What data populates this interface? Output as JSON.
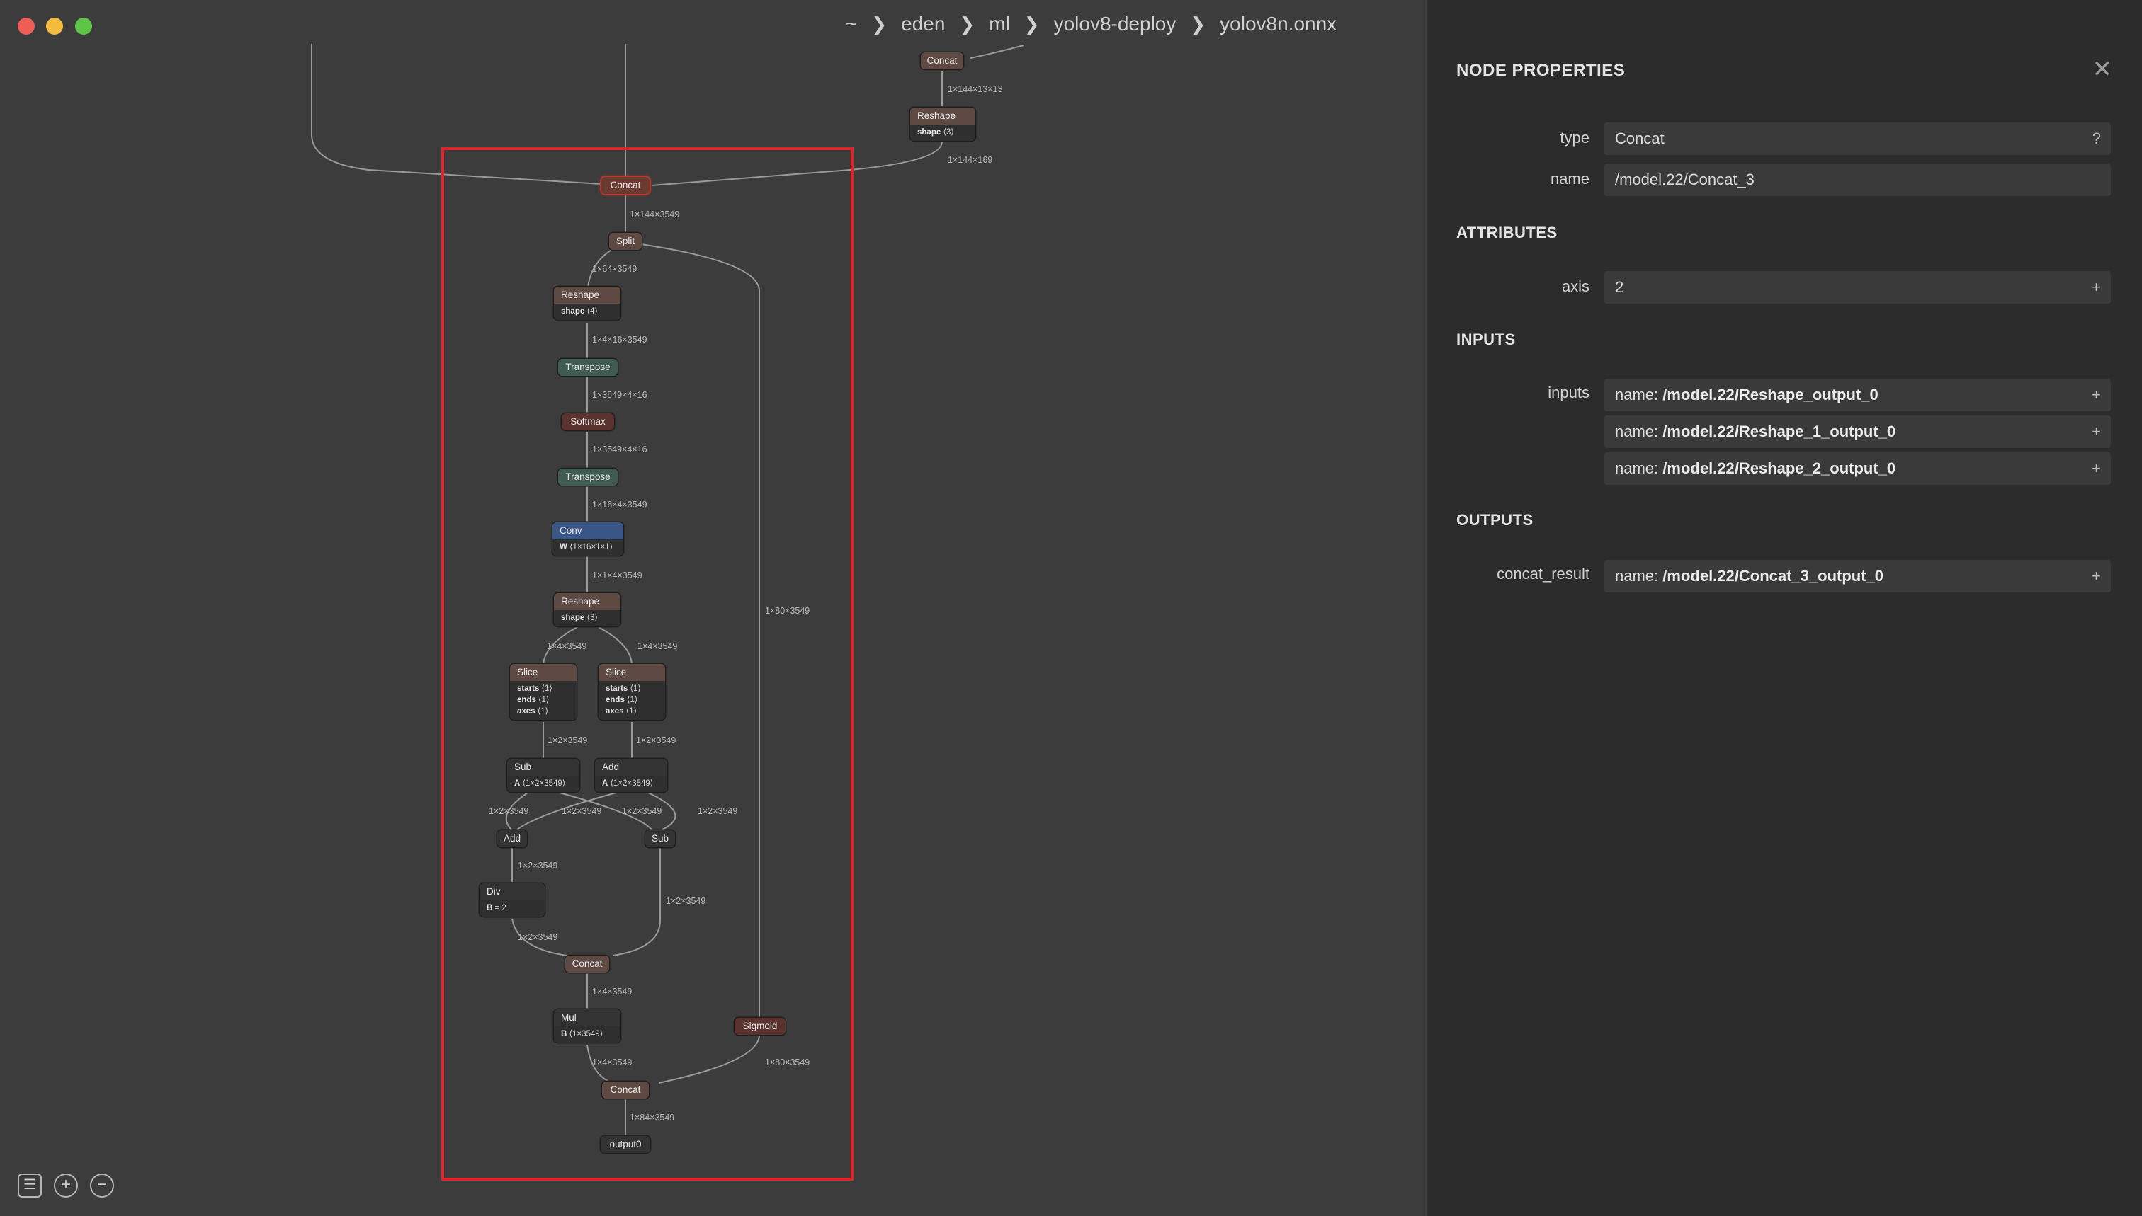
{
  "titlebar": {
    "breadcrumb": [
      "~",
      "eden",
      "ml",
      "yolov8-deploy",
      "yolov8n.onnx"
    ],
    "separator": "❯"
  },
  "graph": {
    "nodes": {
      "concat_top": {
        "op": "Concat"
      },
      "reshape_top": {
        "op": "Reshape",
        "attr_name": "shape",
        "attr_value": "⟨3⟩"
      },
      "concat_sel": {
        "op": "Concat"
      },
      "split": {
        "op": "Split"
      },
      "reshape_1": {
        "op": "Reshape",
        "attr_name": "shape",
        "attr_value": "⟨4⟩"
      },
      "transpose_1": {
        "op": "Transpose"
      },
      "softmax": {
        "op": "Softmax"
      },
      "transpose_2": {
        "op": "Transpose"
      },
      "conv": {
        "op": "Conv",
        "attr_name": "W",
        "attr_value": "⟨1×16×1×1⟩"
      },
      "reshape_2": {
        "op": "Reshape",
        "attr_name": "shape",
        "attr_value": "⟨3⟩"
      },
      "slice_1": {
        "op": "Slice",
        "attrs": [
          [
            "starts",
            "⟨1⟩"
          ],
          [
            "ends",
            "⟨1⟩"
          ],
          [
            "axes",
            "⟨1⟩"
          ]
        ]
      },
      "slice_2": {
        "op": "Slice",
        "attrs": [
          [
            "starts",
            "⟨1⟩"
          ],
          [
            "ends",
            "⟨1⟩"
          ],
          [
            "axes",
            "⟨1⟩"
          ]
        ]
      },
      "sub_1": {
        "op": "Sub",
        "attr_name": "A",
        "attr_value": "⟨1×2×3549⟩"
      },
      "add_1": {
        "op": "Add",
        "attr_name": "A",
        "attr_value": "⟨1×2×3549⟩"
      },
      "add_2": {
        "op": "Add"
      },
      "sub_2": {
        "op": "Sub"
      },
      "div": {
        "op": "Div",
        "attr_name": "B",
        "attr_value": "= 2"
      },
      "concat_mid": {
        "op": "Concat"
      },
      "mul": {
        "op": "Mul",
        "attr_name": "B",
        "attr_value": "⟨1×3549⟩"
      },
      "sigmoid": {
        "op": "Sigmoid"
      },
      "concat_out": {
        "op": "Concat"
      },
      "output0": {
        "op": "output0"
      }
    },
    "edge_labels": {
      "concat_top_reshape": "1×144×13×13",
      "reshape_top_concat": "1×144×169",
      "concat_split": "1×144×3549",
      "split_reshape": "1×64×3549",
      "reshape_transpose": "1×4×16×3549",
      "transpose_softmax": "1×3549×4×16",
      "softmax_transpose": "1×3549×4×16",
      "transpose_conv": "1×16×4×3549",
      "conv_reshape": "1×1×4×3549",
      "reshape_slice1": "1×4×3549",
      "reshape_slice2": "1×4×3549",
      "slice1_sub": "1×2×3549",
      "slice2_add": "1×2×3549",
      "sub_add_a": "1×2×3549",
      "sub_sub_a": "1×2×3549",
      "add_add_b": "1×2×3549",
      "add_sub_b": "1×2×3549",
      "add2_div": "1×2×3549",
      "div_concat": "1×2×3549",
      "sub2_concat": "1×2×3549",
      "split_sigmoid": "1×80×3549",
      "concat_mul": "1×4×3549",
      "mul_concat": "1×4×3549",
      "sigmoid_concat": "1×80×3549",
      "concat_output": "1×84×3549"
    }
  },
  "panel": {
    "title": "NODE PROPERTIES",
    "close_icon": "✕",
    "type_label": "type",
    "type_value": "Concat",
    "type_help": "?",
    "name_label": "name",
    "name_value": "/model.22/Concat_3",
    "attributes_title": "ATTRIBUTES",
    "axis_label": "axis",
    "axis_value": "2",
    "inputs_title": "INPUTS",
    "inputs_label": "inputs",
    "inputs": [
      {
        "prefix": "name:",
        "value": "/model.22/Reshape_output_0"
      },
      {
        "prefix": "name:",
        "value": "/model.22/Reshape_1_output_0"
      },
      {
        "prefix": "name:",
        "value": "/model.22/Reshape_2_output_0"
      }
    ],
    "outputs_title": "OUTPUTS",
    "output_label": "concat_result",
    "output": {
      "prefix": "name:",
      "value": "/model.22/Concat_3_output_0"
    },
    "expand_icon": "+"
  },
  "controls": {
    "list_icon": "☰",
    "zoom_in_icon": "+",
    "zoom_out_icon": "−"
  },
  "colors": {
    "selection": "#e0242a",
    "node_brown": "#5e4a43",
    "node_green": "#3f5b52",
    "node_red": "#5a322e",
    "node_blue": "#3a5687"
  }
}
